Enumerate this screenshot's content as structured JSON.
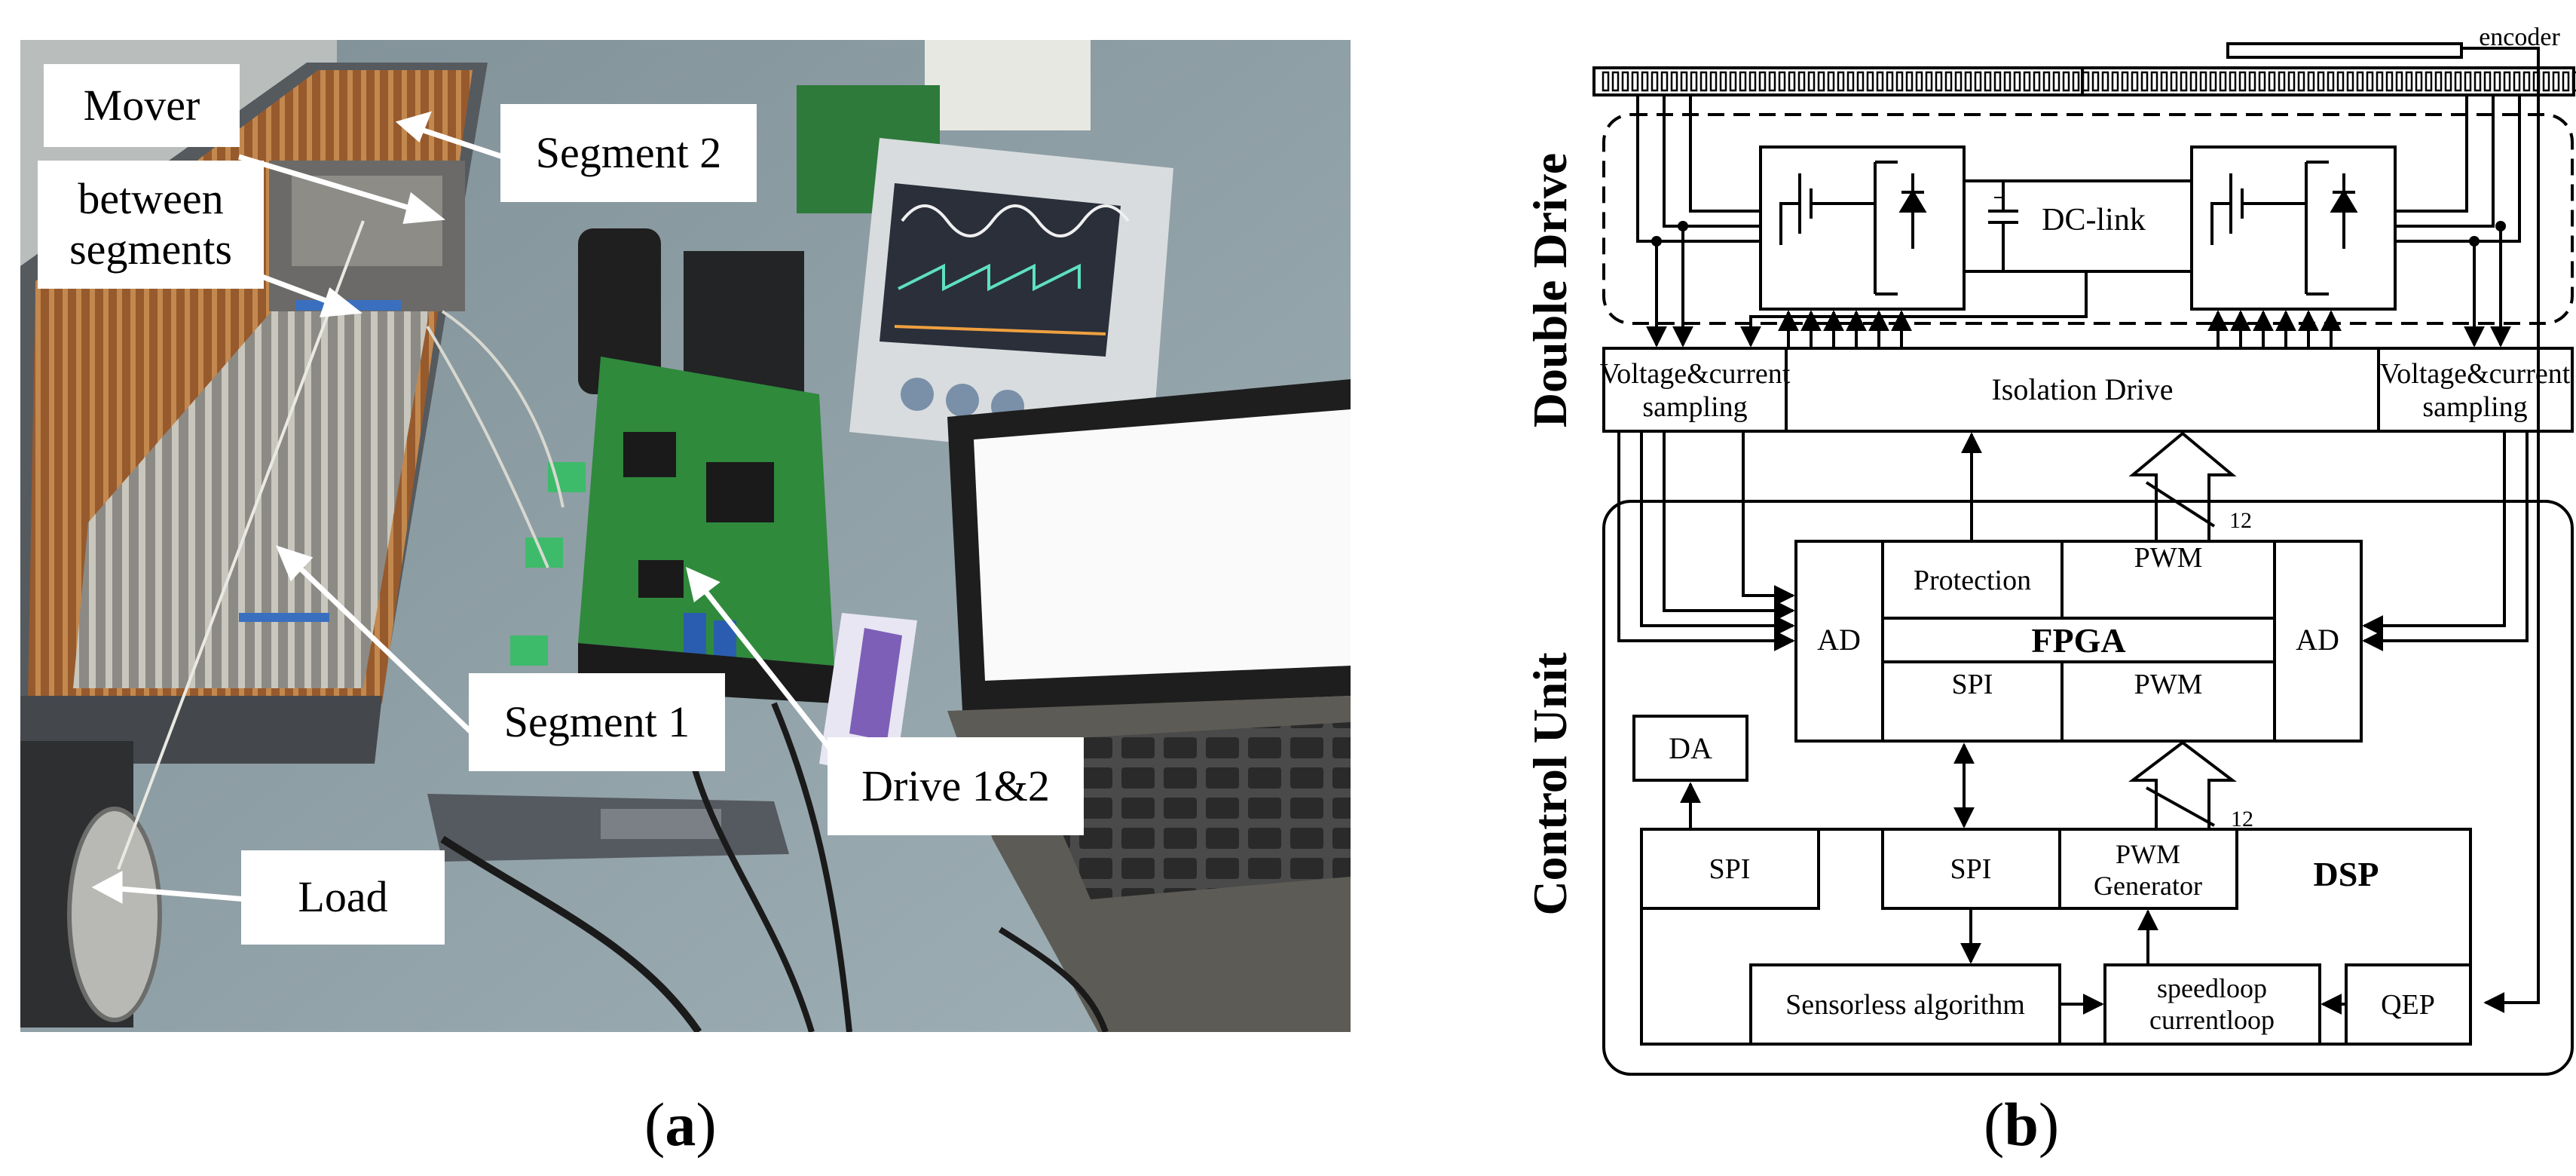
{
  "panel_a": {
    "label_open": "(",
    "label_letter": "a",
    "label_close": ")",
    "callouts": {
      "mover": "Mover",
      "between": "between segments",
      "segment2": "Segment 2",
      "segment1": "Segment 1",
      "drive": "Drive 1&2",
      "load": "Load"
    }
  },
  "panel_b": {
    "label_open": "(",
    "label_letter": "b",
    "label_close": ")",
    "side_labels": {
      "double_drive": "Double Drive",
      "control_unit": "Control Unit"
    },
    "encoder": "encoder",
    "dc_link": "DC-link",
    "voltage_current_1": "Voltage&current",
    "sampling": "sampling",
    "isolation_drive": "Isolation Drive",
    "bus_width_top": "12",
    "bus_width_bottom": "12",
    "fpga": {
      "title": "FPGA",
      "protection": "Protection",
      "pwm_top": "PWM",
      "spi": "SPI",
      "pwm_bottom": "PWM",
      "ad_left": "AD",
      "ad_right": "AD"
    },
    "da": "DA",
    "dsp": {
      "title": "DSP",
      "spi_left": "SPI",
      "spi_mid": "SPI",
      "pwm_gen_1": "PWM",
      "pwm_gen_2": "Generator",
      "sensorless": "Sensorless algorithm",
      "speedloop": "speedloop",
      "currentloop": "currentloop",
      "qep": "QEP"
    }
  }
}
